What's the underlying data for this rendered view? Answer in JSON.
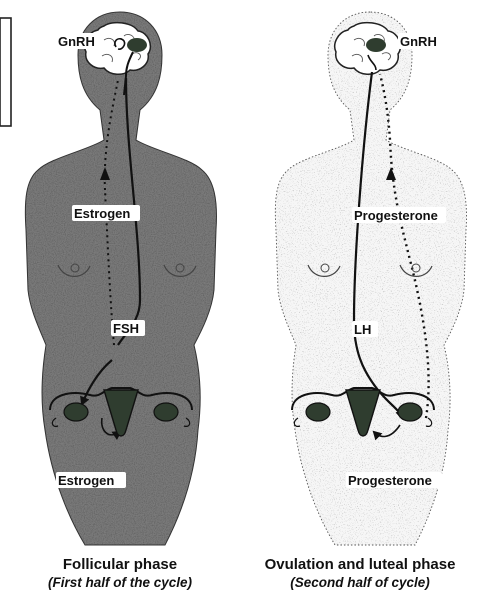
{
  "left_figure": {
    "labels": {
      "gnrh": "GnRH",
      "estrogen_upper": "Estrogen",
      "fsh": "FSH",
      "estrogen_lower": "Estrogen"
    },
    "caption": {
      "title": "Follicular phase",
      "subtitle": "(First half of the cycle)"
    }
  },
  "right_figure": {
    "labels": {
      "gnrh": "GnRH",
      "progesterone_upper": "Progesterone",
      "lh": "LH",
      "progesterone_lower": "Progesterone"
    },
    "caption": {
      "title": "Ovulation and luteal phase",
      "subtitle": "(Second half of cycle)"
    }
  }
}
